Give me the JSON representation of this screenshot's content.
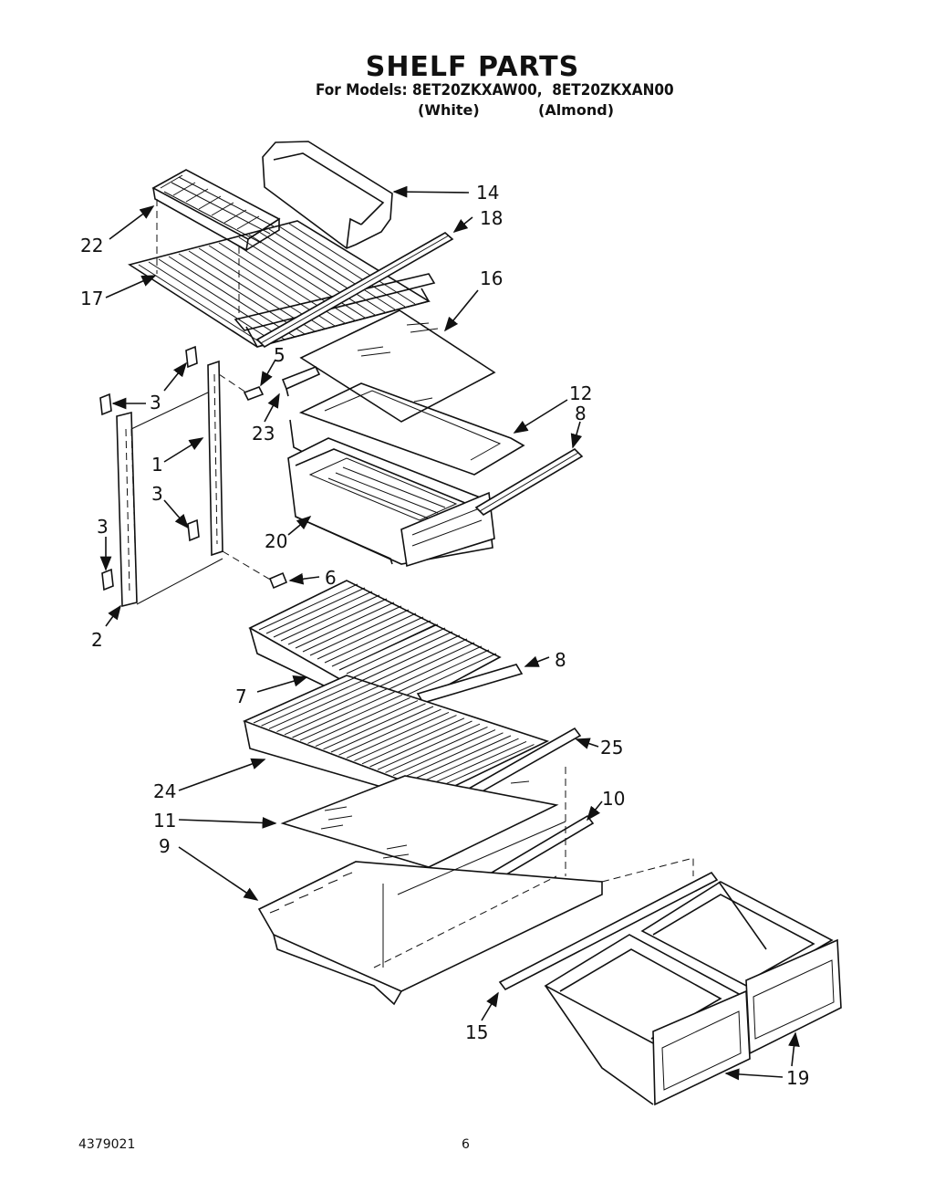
{
  "header": {
    "title": "SHELF PARTS",
    "models_line": "For Models: 8ET20ZKXAW00,  8ET20ZKXAN00",
    "color_white": "(White)",
    "color_almond": "(Almond)"
  },
  "callouts": [
    "14",
    "18",
    "22",
    "16",
    "17",
    "5",
    "3",
    "3",
    "23",
    "12",
    "8",
    "1",
    "3",
    "3",
    "20",
    "6",
    "2",
    "8",
    "7",
    "25",
    "24",
    "10",
    "11",
    "9",
    "15",
    "19"
  ],
  "footer": {
    "doc_number": "4379021",
    "page_number": "6"
  }
}
